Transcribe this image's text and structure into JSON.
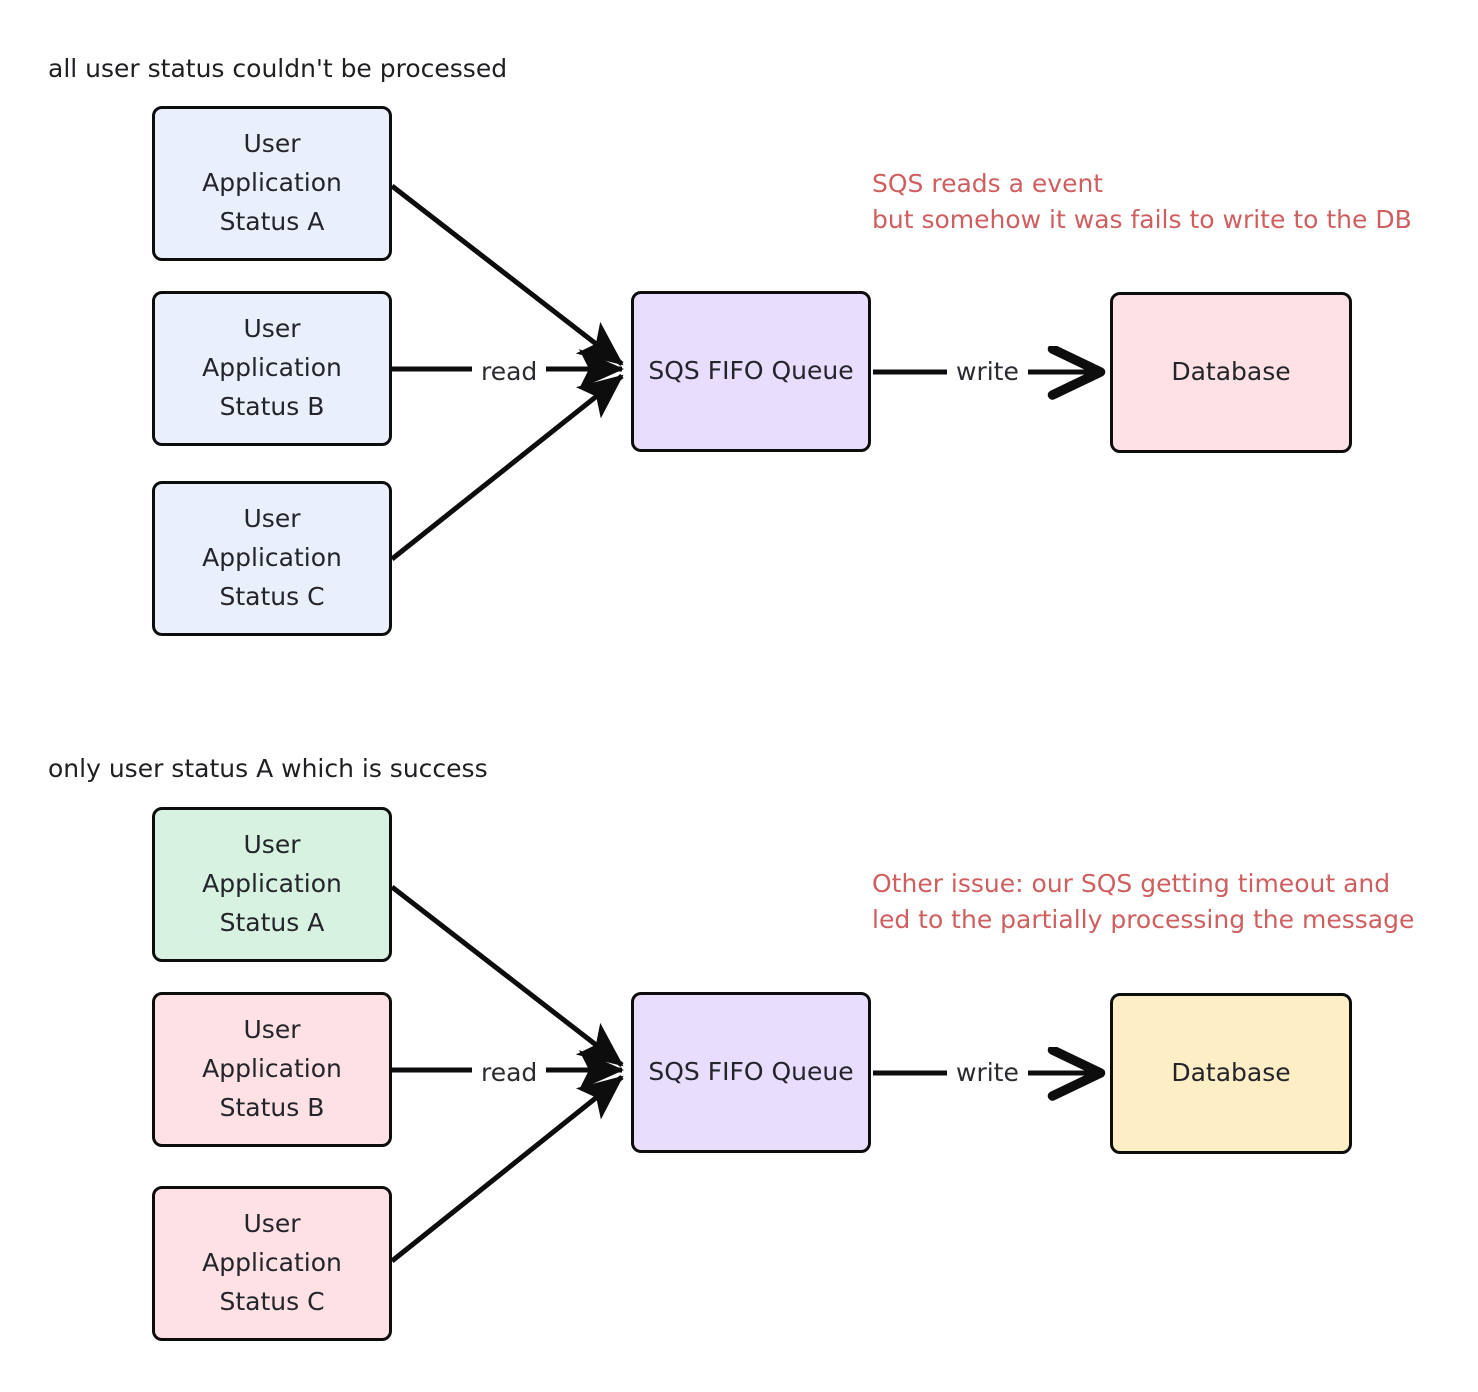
{
  "page": {
    "background": "#ffffff",
    "text_color": "#24242b",
    "annotation_color": "#cf5f5f",
    "stroke_color": "#0d0d0d"
  },
  "sections": {
    "top": {
      "caption": "all user status couldn't be processed",
      "annotation": {
        "line1": "SQS reads a event",
        "line2": "but somehow it was fails to write to the DB",
        "color": "#cf5f5f"
      },
      "nodes": {
        "app_a": {
          "line1": "User",
          "line2": "Application",
          "line3": "Status A",
          "fill": "#eaf0fb"
        },
        "app_b": {
          "line1": "User",
          "line2": "Application",
          "line3": "Status B",
          "fill": "#eaf0fb"
        },
        "app_c": {
          "line1": "User",
          "line2": "Application",
          "line3": "Status C",
          "fill": "#eaf0fb"
        },
        "queue": {
          "label": "SQS FIFO Queue",
          "fill": "#e8ddfd"
        },
        "database": {
          "label": "Database",
          "fill": "#fde1e4"
        }
      },
      "edges": {
        "read": "read",
        "write": "write"
      }
    },
    "bottom": {
      "caption": "only user status A which is success",
      "annotation": {
        "line1": "Other issue: our SQS getting timeout and",
        "line2": "led to the partially processing the message",
        "color": "#cf5f5f"
      },
      "nodes": {
        "app_a": {
          "line1": "User",
          "line2": "Application",
          "line3": "Status A",
          "fill": "#d8f2e1"
        },
        "app_b": {
          "line1": "User",
          "line2": "Application",
          "line3": "Status B",
          "fill": "#fde1e4"
        },
        "app_c": {
          "line1": "User",
          "line2": "Application",
          "line3": "Status C",
          "fill": "#fde1e4"
        },
        "queue": {
          "label": "SQS FIFO Queue",
          "fill": "#e8ddfd"
        },
        "database": {
          "label": "Database",
          "fill": "#fdeec6"
        }
      },
      "edges": {
        "read": "read",
        "write": "write"
      }
    }
  }
}
